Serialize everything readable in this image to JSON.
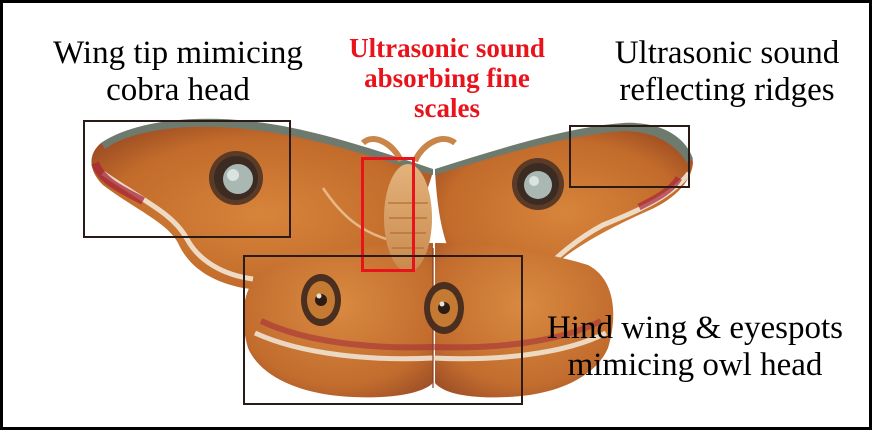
{
  "labels": {
    "wing_tip": [
      "Wing tip mimicing",
      "cobra head"
    ],
    "fine_scales": [
      "Ultrasonic sound",
      "absorbing fine",
      "scales"
    ],
    "ridges": [
      "Ultrasonic sound",
      "reflecting ridges"
    ],
    "hind_wing": [
      "Hind wing & eyespots",
      "mimicing owl head"
    ]
  },
  "colors": {
    "highlight": "#e8131b",
    "box": "#2b1b16",
    "wing": "#c8732f",
    "wing_dark": "#8f3b1c",
    "wing_edge": "#7a8477"
  }
}
